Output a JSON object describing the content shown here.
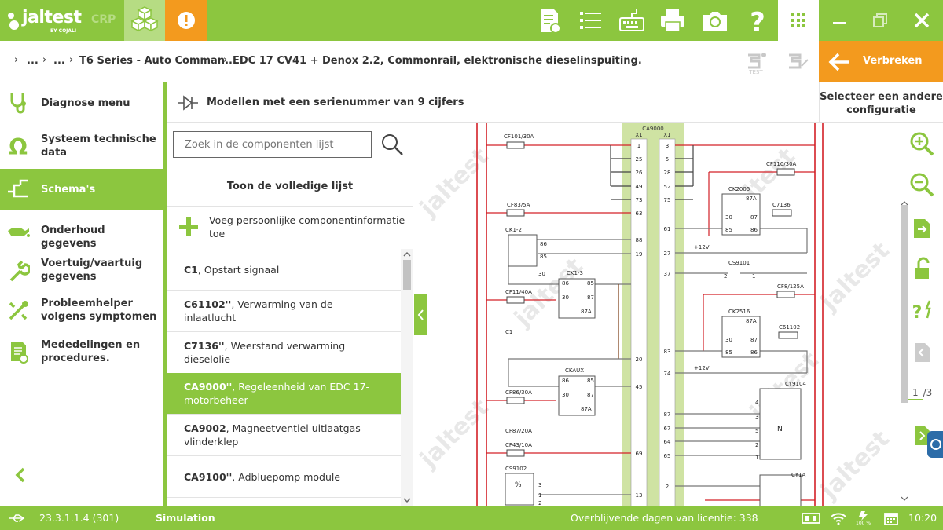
{
  "app": {
    "logo_text": "jaltest",
    "logo_sub": "BY COJALI",
    "crp_label": "CRP"
  },
  "breadcrumb": {
    "items": [
      "...",
      "...",
      "T6 Series - Auto Comman...",
      "EDC 17 CV41 + Denox 2.2, Commonrail, elektronische dieselinspuiting."
    ],
    "separator": "›"
  },
  "back_button": {
    "label": "Verbreken"
  },
  "sidebar": {
    "items": [
      {
        "label": "Diagnose menu",
        "icon": "stethoscope-icon"
      },
      {
        "label": "Systeem technische data",
        "icon": "omega-icon"
      },
      {
        "label": "Schema's",
        "icon": "schema-icon"
      },
      {
        "label": "Onderhoud gegevens",
        "icon": "oil-can-icon"
      },
      {
        "label": "Voertuig/vaartuig gegevens",
        "icon": "wrench-icon"
      },
      {
        "label": "Probleemhelper volgens symptomen",
        "icon": "tools-icon"
      },
      {
        "label": "Mededelingen en procedures.",
        "icon": "document-icon"
      }
    ],
    "active_index": 2
  },
  "config": {
    "header": "Modellen met een serienummer van 9 cijfers",
    "select_other": "Selecteer een andere configuratie"
  },
  "component_list": {
    "search_placeholder": "Zoek in de componenten lijst",
    "show_all": "Toon de volledige lijst",
    "add_info": "Voeg persoonlijke componentinformatie toe",
    "rows": [
      {
        "code": "C1",
        "desc": ", Opstart signaal"
      },
      {
        "code": "C61102''",
        "desc": ", Verwarming van de inlaatlucht"
      },
      {
        "code": "C7136''",
        "desc": ", Weerstand verwarming dieselolie"
      },
      {
        "code": "CA9000''",
        "desc": ", Regeleenheid van EDC 17-motorbeheer"
      },
      {
        "code": "CA9002",
        "desc": ", Magneetventiel uitlaatgas vlinderklep"
      },
      {
        "code": "CA9100''",
        "desc": ", Adbluepomp module"
      }
    ],
    "selected_index": 3
  },
  "schematic": {
    "ecu_label": "CA9000",
    "col_left": "X1",
    "col_right": "X1",
    "left_pins": [
      "1",
      "25",
      "26",
      "49",
      "73",
      "63",
      "88",
      "19",
      "20",
      "45",
      "69",
      "13"
    ],
    "right_pins": [
      "3",
      "5",
      "28",
      "52",
      "75",
      "61",
      "27",
      "37",
      "83",
      "74",
      "87",
      "67",
      "64",
      "65",
      "2"
    ],
    "left_labels": [
      "CF101/30A",
      "CF83/5A",
      "CK1-2",
      "CK1-3",
      "CF11/40A",
      "C1",
      "CKAUX",
      "CF86/30A",
      "CF87/20A",
      "CF43/10A",
      "CS9102"
    ],
    "right_labels": [
      "CF110/30A",
      "CK2005",
      "C7136",
      "CS9101",
      "CF8/125A",
      "CK2516",
      "C61102",
      "CY9104",
      "CY1A"
    ],
    "relay_pins": [
      "86",
      "85",
      "30",
      "87",
      "87A"
    ],
    "voltage": "+12V",
    "switch_pins": [
      "2",
      "1"
    ],
    "connector_pins": [
      "4",
      "3",
      "5",
      "2",
      "1"
    ],
    "sensor_pins": [
      "3",
      "1",
      "2"
    ],
    "letters": [
      "N",
      "%"
    ],
    "watermark": "jaltest"
  },
  "right_tools": {
    "page_current": "1",
    "page_total": "/3"
  },
  "status": {
    "version": "23.3.1.1.4 (301)",
    "mode": "Simulation",
    "license": "Overblijvende dagen van licentie: 338",
    "battery": "100 %",
    "time": "10:20"
  },
  "colors": {
    "brand_green": "#8cc63f",
    "accent_orange": "#f39a1e",
    "wire_red": "#d32027",
    "wire_brown": "#7a3b10"
  }
}
